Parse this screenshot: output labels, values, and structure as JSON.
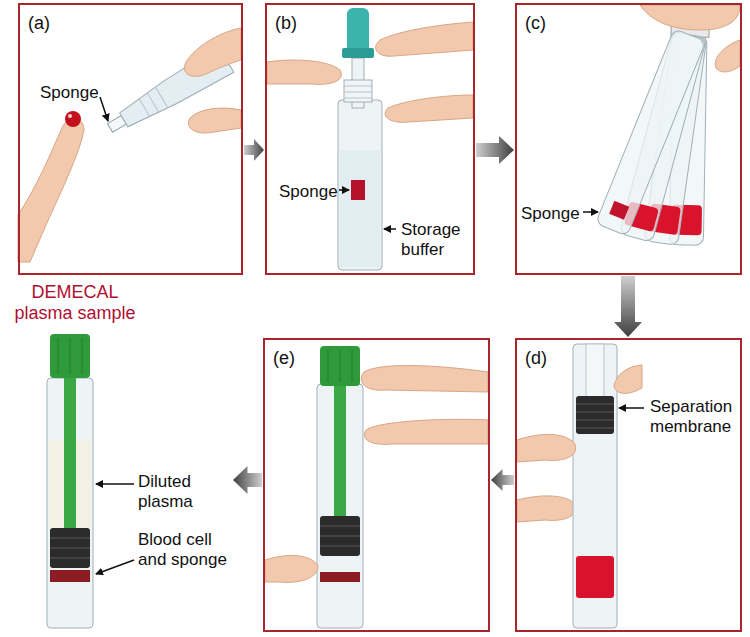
{
  "diagram": {
    "nodes": [
      {
        "text": [
          "(a)",
          "Sponge"
        ]
      },
      {
        "text": [
          "(b)",
          "Sponge",
          "Storage buffer"
        ]
      },
      {
        "text": [
          "(c)",
          "Sponge"
        ]
      },
      {
        "text": [
          "(d)",
          "Separation membrane"
        ]
      },
      {
        "text": [
          "(e)"
        ]
      },
      {
        "text": [
          "DEMECAL plasma sample",
          "Diluted plasma",
          "Blood cell and sponge"
        ]
      }
    ],
    "edges": [
      {
        "from": 0,
        "to": 1,
        "arrow": "to"
      },
      {
        "from": 1,
        "to": 2,
        "arrow": "to"
      },
      {
        "from": 2,
        "to": 3,
        "arrow": "to"
      },
      {
        "from": 3,
        "to": 4,
        "arrow": "to"
      },
      {
        "from": 4,
        "to": 5,
        "arrow": "to"
      }
    ]
  }
}
